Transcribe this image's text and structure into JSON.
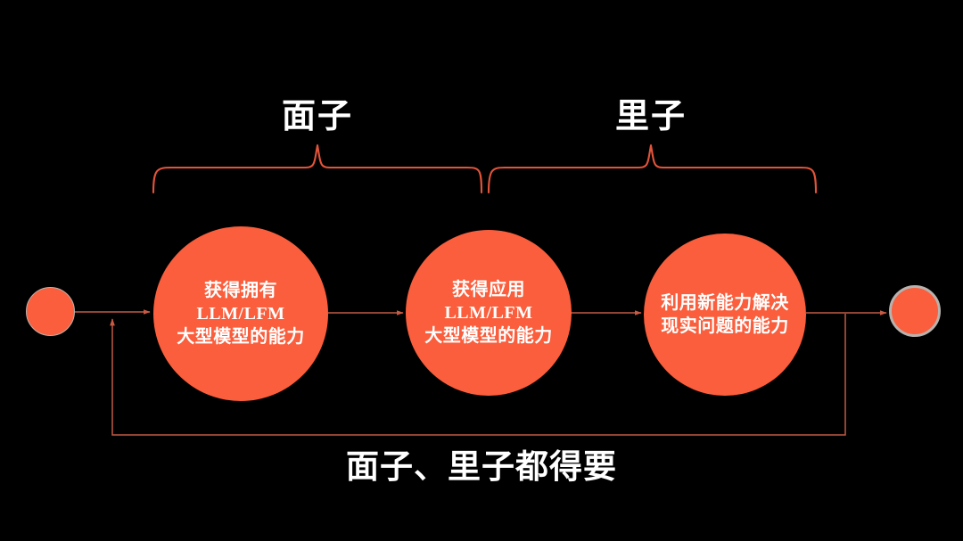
{
  "slide": {
    "background_color": "#000000",
    "accent_color": "#fa5e3c",
    "line_color": "#c05a46",
    "text_color": "#ffffff",
    "caption": "面子、里子都得要"
  },
  "braces": [
    {
      "label": "面子",
      "covers": "steps 1-2"
    },
    {
      "label": "里子",
      "covers": "step 3"
    }
  ],
  "nodes": [
    {
      "id": "node-0",
      "lines": [
        "获得拥有",
        "LLM/LFM",
        "大型模型的能力"
      ]
    },
    {
      "id": "node-1",
      "lines": [
        "获得应用",
        "LLM/LFM",
        "大型模型的能力"
      ]
    },
    {
      "id": "node-2",
      "lines": [
        "利用新能力解决",
        "现实问题的能力"
      ]
    }
  ],
  "endpoints": {
    "start": {
      "shape": "circle",
      "fill": "#fa5e3c"
    },
    "end": {
      "shape": "circle",
      "fill": "#fa5e3c",
      "ring": "#b8b2ae"
    }
  },
  "connectors": [
    {
      "from": "start",
      "to": "node-0",
      "type": "arrow"
    },
    {
      "from": "node-0",
      "to": "node-1",
      "type": "arrow"
    },
    {
      "from": "node-1",
      "to": "node-2",
      "type": "arrow"
    },
    {
      "from": "node-2",
      "to": "end",
      "type": "arrow"
    },
    {
      "from": "end",
      "to": "start-line",
      "type": "feedback-loop-arrow"
    }
  ]
}
